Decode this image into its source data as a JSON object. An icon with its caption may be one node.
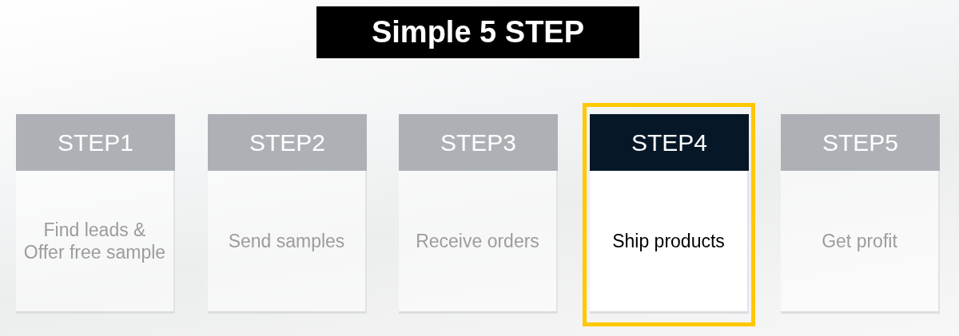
{
  "diagram": {
    "title": "Simple 5 STEP",
    "nodes": [
      {
        "text": [
          "STEP1",
          "Find leads & Offer free sample"
        ]
      },
      {
        "text": [
          "STEP2",
          "Send samples"
        ]
      },
      {
        "text": [
          "STEP3",
          "Receive orders"
        ]
      },
      {
        "text": [
          "STEP4",
          "Ship products"
        ]
      },
      {
        "text": [
          "STEP5",
          "Get profit"
        ]
      }
    ]
  }
}
